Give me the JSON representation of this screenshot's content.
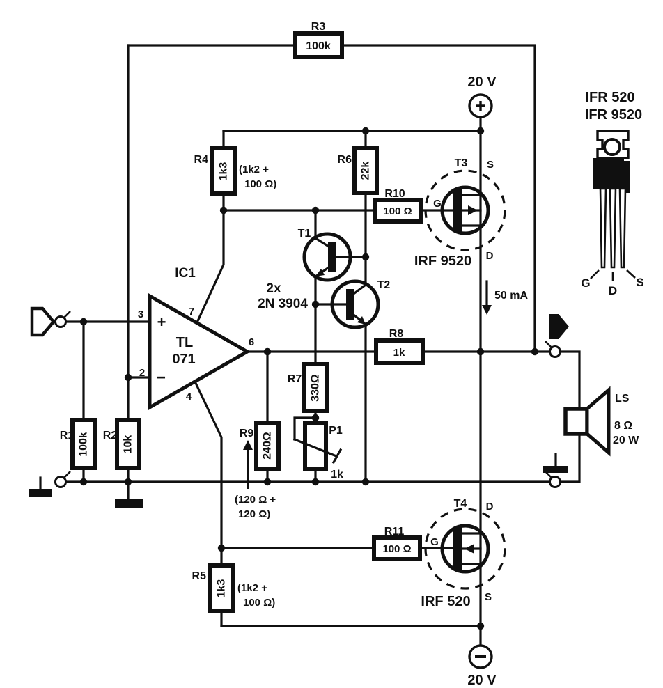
{
  "colors": {
    "ink": "#101010",
    "paper": "#ffffff"
  },
  "icons": {
    "input": "hollow-right-arrow",
    "output": "solid-right-arrow",
    "ground": "bar-ground-icon",
    "terminal": "open-circle-terminal",
    "current_arrow": "down-arrow"
  },
  "components": {
    "r1": {
      "ref": "R1",
      "val": "100k"
    },
    "r2": {
      "ref": "R2",
      "val": "10k"
    },
    "r3": {
      "ref": "R3",
      "val": "100k"
    },
    "r4": {
      "ref": "R4",
      "val": "1k3",
      "note_line1": "(1k2 +",
      "note_line2": "100 Ω)"
    },
    "r5": {
      "ref": "R5",
      "val": "1k3",
      "note_line1": "(1k2 +",
      "note_line2": "100 Ω)"
    },
    "r6": {
      "ref": "R6",
      "val": "22k"
    },
    "r7": {
      "ref": "R7",
      "val": "330Ω"
    },
    "r8": {
      "ref": "R8",
      "val": "1k"
    },
    "r9": {
      "ref": "R9",
      "val": "240Ω",
      "note_line1": "(120 Ω +",
      "note_line2": "120 Ω)"
    },
    "r10": {
      "ref": "R10",
      "val": "100 Ω"
    },
    "r11": {
      "ref": "R11",
      "val": "100 Ω"
    },
    "p1": {
      "ref": "P1",
      "val": "1k"
    },
    "ic1": {
      "ref": "IC1",
      "type_line1": "TL",
      "type_line2": "071",
      "pin_noninv": "3",
      "pin_inv": "2",
      "pin_vplus": "7",
      "pin_vminus": "4",
      "pin_out": "6",
      "plus_sign": "+",
      "minus_sign": "−"
    },
    "t1": {
      "ref": "T1"
    },
    "t2": {
      "ref": "T2"
    },
    "transistor_pair_note": {
      "line1": "2x",
      "line2": "2N 3904"
    },
    "t3": {
      "ref": "T3",
      "part": "IRF 9520",
      "pin_s": "S",
      "pin_d": "D",
      "pin_g": "G"
    },
    "t4": {
      "ref": "T4",
      "part": "IRF 520",
      "pin_s": "S",
      "pin_d": "D",
      "pin_g": "G"
    },
    "speaker": {
      "ref": "LS",
      "impedance": "8 Ω",
      "power": "20 W"
    }
  },
  "power": {
    "positive_rail": {
      "voltage": "20 V",
      "polarity": "+"
    },
    "negative_rail": {
      "voltage": "20 V",
      "polarity": "−"
    },
    "quiescent_current": "50 mA"
  },
  "package_inset": {
    "device_line1": "IFR 520",
    "device_line2": "IFR 9520",
    "lead_g": "G",
    "lead_d": "D",
    "lead_s": "S"
  }
}
